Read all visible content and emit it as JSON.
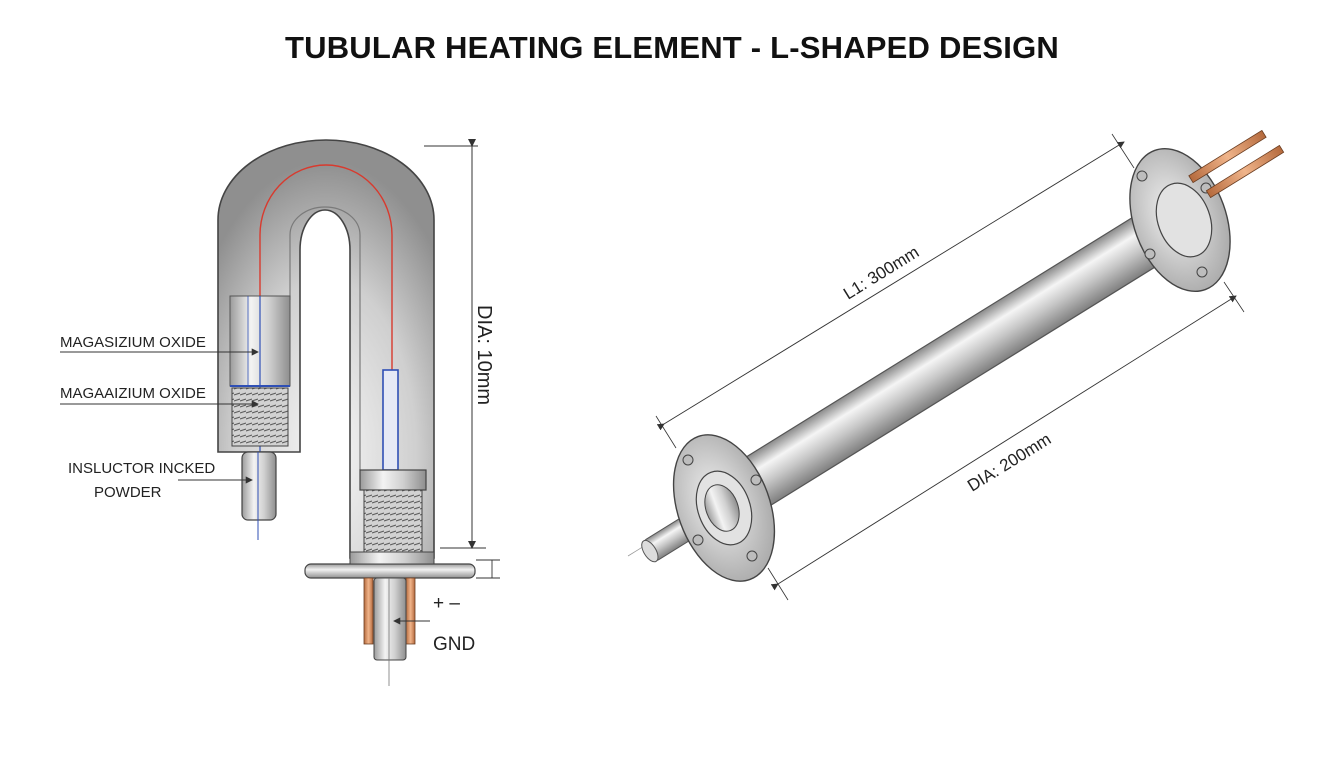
{
  "title": "TUBULAR HEATING ELEMENT - L-SHAPED DESIGN",
  "left_view": {
    "callouts": {
      "label_1": "MAGASIZIUM OXIDE",
      "label_2": "MAGAAIZIUM OXIDE",
      "label_3_line1": "INSLUCTOR INCKED",
      "label_3_line2": "POWDER"
    },
    "dimension": "DIA: 10mm",
    "terminals": {
      "polarity": "+ –",
      "ground": "GND"
    }
  },
  "right_view": {
    "length_dimension": "L1: 300mm",
    "diameter_dimension": "DIA: 200mm"
  },
  "colors": {
    "metal_light": "#f4f4f4",
    "metal_mid": "#c9c9c9",
    "metal_dark": "#8c8c8c",
    "heating_wire": "#d83a2e",
    "insulation_outline": "#2f4fb5",
    "copper": "#d9895a",
    "outline": "#333333"
  }
}
